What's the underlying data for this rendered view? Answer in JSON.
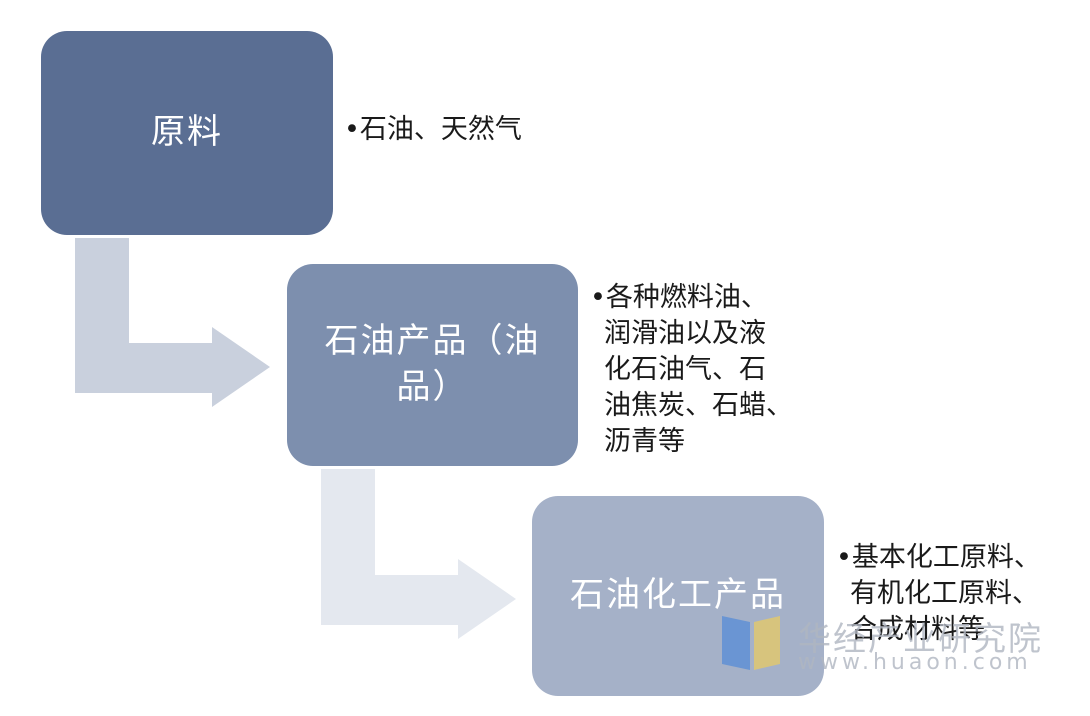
{
  "stages": [
    {
      "label": "原料",
      "note_lines": [
        "•石油、天然气"
      ]
    },
    {
      "label_lines": [
        "石油产品（油",
        "品）"
      ],
      "note_lines": [
        "•各种燃料油、",
        "润滑油以及液",
        "化石油气、石",
        "油焦炭、石蜡、",
        "沥青等"
      ]
    },
    {
      "label": "石油化工产品",
      "note_lines": [
        "•基本化工原料、",
        "有机化工原料、",
        "合成材料等"
      ]
    }
  ],
  "watermark": {
    "name": "华经产业研究院",
    "url": "www.huaon.com"
  },
  "colors": {
    "stage1": "#5a6e93",
    "stage2": "#7d8fae",
    "stage3": "#a5b1c8",
    "arrow1": "#c9d0dd",
    "arrow2": "#e4e8ef"
  }
}
